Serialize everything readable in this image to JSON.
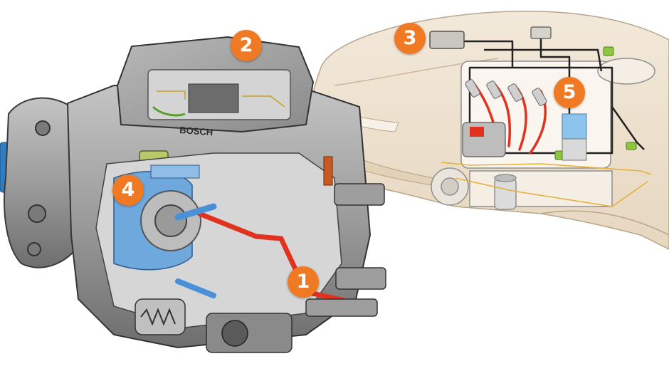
{
  "colors": {
    "callout": "#f07a23",
    "pump_body": "#9a9a9a",
    "pump_dark": "#4a4a4a",
    "fuel_high_pressure": "#e0321e",
    "fuel_low_pressure": "#4a90d9",
    "car_body": "#efe3d0",
    "harness": "#222222",
    "yellow_line": "#e3b23c"
  },
  "pump": {
    "brand": "BOSCH"
  },
  "callouts": [
    {
      "number": "1",
      "component": "high-pressure-outlet"
    },
    {
      "number": "2",
      "component": "pump-control-unit"
    },
    {
      "number": "3",
      "component": "engine-control-unit"
    },
    {
      "number": "4",
      "component": "angle-of-rotation-sensor"
    },
    {
      "number": "5",
      "component": "injection-nozzle"
    }
  ]
}
